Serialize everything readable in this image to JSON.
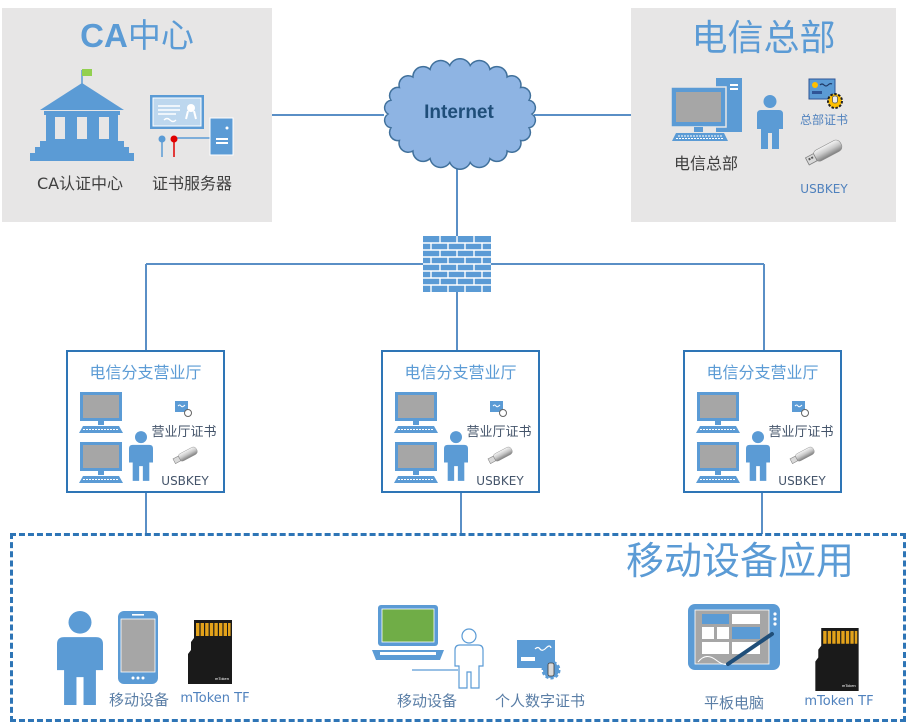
{
  "ca_center": {
    "title_prefix": "CA",
    "title_suffix": "中心",
    "authority_label": "CA认证中心",
    "server_label": "证书服务器"
  },
  "internet": {
    "label": "Internet"
  },
  "headquarters": {
    "title": "电信总部",
    "computer_label": "电信总部",
    "certificate_label": "总部证书",
    "usbkey_label": "USBKEY"
  },
  "branches": [
    {
      "title": "电信分支营业厅",
      "certificate_label": "营业厅证书",
      "usbkey_label": "USBKEY"
    },
    {
      "title": "电信分支营业厅",
      "certificate_label": "营业厅证书",
      "usbkey_label": "USBKEY"
    },
    {
      "title": "电信分支营业厅",
      "certificate_label": "营业厅证书",
      "usbkey_label": "USBKEY"
    }
  ],
  "mobile": {
    "title": "移动设备应用",
    "phone_group": {
      "device_label": "移动设备",
      "token_label": "mToken TF",
      "card_brand": "mToken"
    },
    "laptop_group": {
      "device_label": "移动设备",
      "certificate_label": "个人数字证书"
    },
    "tablet_group": {
      "device_label": "平板电脑",
      "token_label": "mToken TF",
      "card_brand": "mToken"
    }
  },
  "colors": {
    "accent": "#5b9bd5",
    "panel_background": "#e7e6e6",
    "border": "#2e75b6",
    "cloud_fill": "#8eb4e3",
    "cloud_stroke": "#41719c",
    "internet_text": "#1f4e79"
  }
}
